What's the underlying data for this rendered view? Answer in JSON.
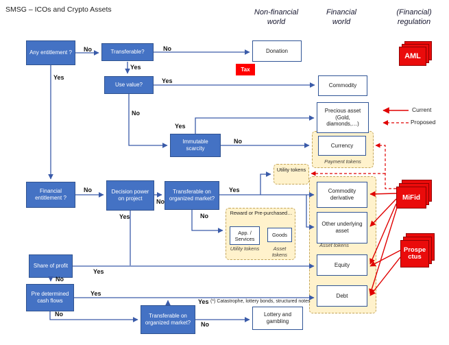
{
  "title": "SMSG – ICOs and Crypto Assets",
  "yn": {
    "yes": "Yes",
    "no": "No"
  },
  "columns": {
    "non_financial": "Non-financial\nworld",
    "financial": "Financial\nworld",
    "regulation": "(Financial)\nregulation"
  },
  "decisions": {
    "any_entitlement": "Any entitlement ?",
    "transferable": "Transferable?",
    "use_value": "Use value?",
    "immutable_scarcity": "Immutable scarcity",
    "financial_entitlement": "Financial entitlement ?",
    "decision_power": "Decision power on project",
    "transferable_market_1": "Transferable on organized market?",
    "share_of_profit": "Share of profit",
    "pre_determined": "Pre determined cash flows",
    "transferable_market_2": "Transferable on organized market?"
  },
  "outcomes": {
    "donation": "Donation",
    "commodity": "Commodity",
    "precious_asset": "Precious asset (Gold, diamonds,…)",
    "currency": "Currency",
    "commodity_derivative": "Commodity derivative",
    "other_underlying": "Other underlying asset",
    "equity": "Equity",
    "debt": "Debt",
    "lottery": "Lottery and gambling"
  },
  "tokens": {
    "payment": "Payment tokens",
    "utility": "Utility tokens",
    "asset": "Asset tokens",
    "reward_header": "Reward or Pre-purchased…",
    "app_services": "App. / Services",
    "goods": "Goods",
    "utility_sub": "Utility tokens",
    "asset_sub": "Asset tokens"
  },
  "regulation": {
    "aml": "AML",
    "mifid": "MiFid",
    "prospectus": "Prospectus",
    "tax": "Tax",
    "legend_current": "Current",
    "legend_proposed": "Proposed"
  },
  "note": "(*) Catastrophe, lottery bonds, structured notes"
}
